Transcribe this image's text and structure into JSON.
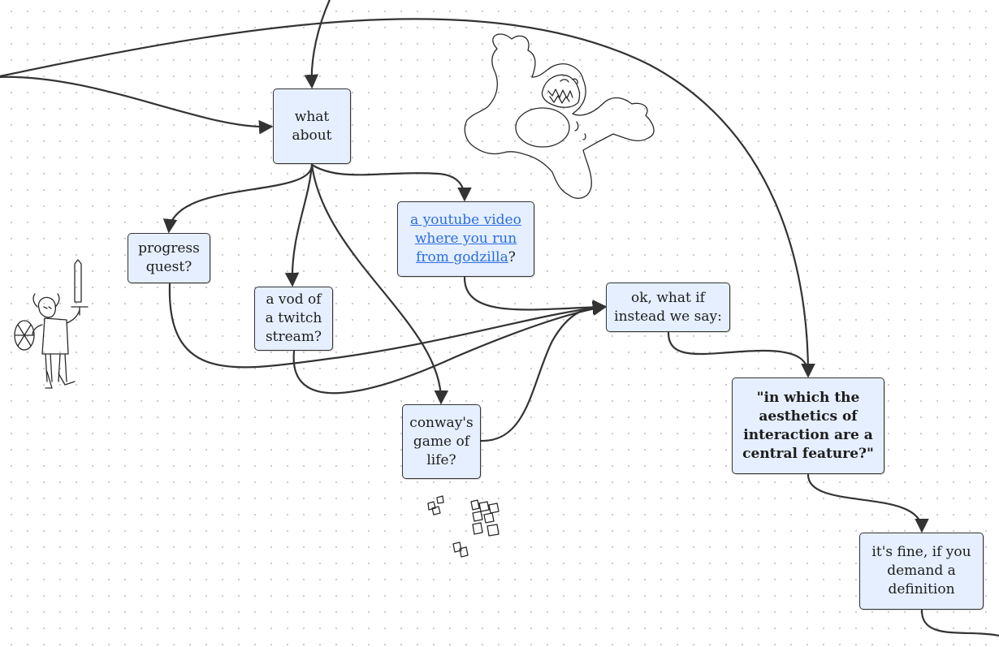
{
  "nodes": {
    "what_about": "what about",
    "progress_quest": "progress quest?",
    "twitch_vod": "a vod of a twitch stream?",
    "youtube_link": "a youtube video where you run from godzilla",
    "youtube_suffix": "?",
    "ok_what_if": "ok, what if instead we say:",
    "conway": "conway's game of life?",
    "aesthetics": "\"in which the aesthetics of interaction are a central feature?\"",
    "its_fine": "it's fine, if you demand a definition"
  },
  "doodles": [
    "godzilla-doodle",
    "knight-doodle",
    "life-gliders-doodle"
  ],
  "colors": {
    "node_fill": "#e5efff",
    "link": "#2b6de0",
    "stroke": "#333333"
  }
}
